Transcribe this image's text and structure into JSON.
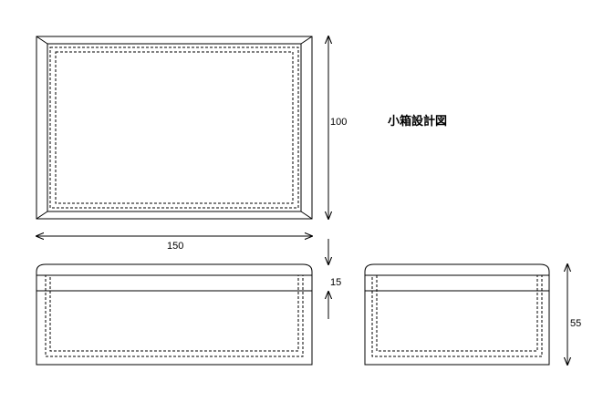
{
  "title": "小箱設計図",
  "dimensions": {
    "height": "100",
    "width": "150",
    "lid": "15",
    "depth": "55"
  }
}
